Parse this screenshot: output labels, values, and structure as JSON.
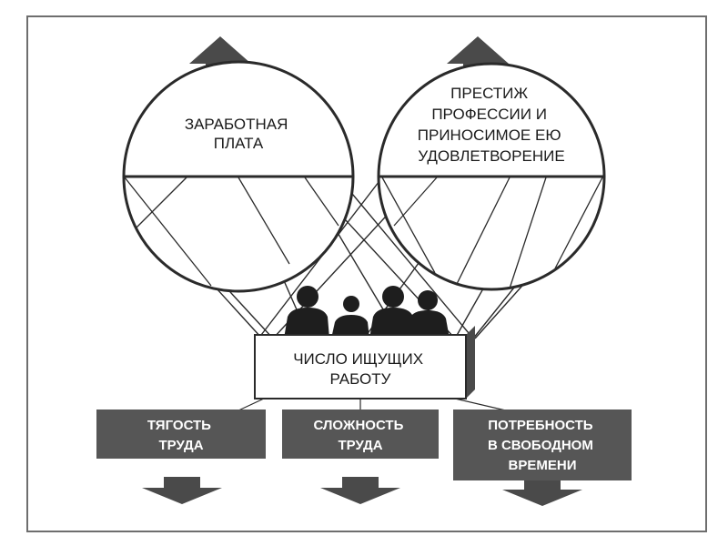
{
  "balloons": {
    "left_label": [
      "ЗАРАБОТНАЯ",
      "ПЛАТА"
    ],
    "right_label": [
      "ПРЕСТИЖ",
      "ПРОФЕССИИ И",
      "ПРИНОСИМОЕ ЕЮ",
      "УДОВЛЕТВОРЕНИЕ"
    ]
  },
  "basket": {
    "label": [
      "ЧИСЛО ИЩУЩИХ",
      "РАБОТУ"
    ]
  },
  "weights": [
    {
      "label": [
        "ТЯГОСТЬ",
        "ТРУДА"
      ]
    },
    {
      "label": [
        "СЛОЖНОСТЬ",
        "ТРУДА"
      ]
    },
    {
      "label": [
        "ПОТРЕБНОСТЬ",
        "В СВОБОДНОМ",
        "ВРЕМЕНИ"
      ]
    }
  ],
  "colors": {
    "frame": "#6e6e6e",
    "stroke": "#2a2a2a",
    "box_fill": "#565656",
    "arrow_fill": "#4a4a4a",
    "person_fill": "#1e1e1e",
    "background": "#ffffff"
  }
}
